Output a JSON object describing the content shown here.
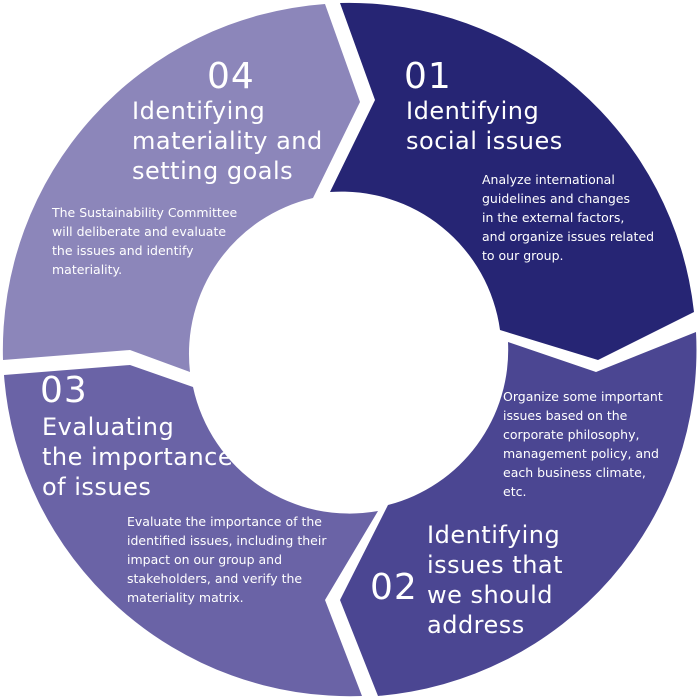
{
  "steps": [
    {
      "number": "01",
      "title": [
        "Identifying",
        "social issues"
      ],
      "description": [
        "Analyze international",
        "guidelines and changes",
        "in the external factors,",
        "and organize issues related",
        "to our group."
      ],
      "color": "#262574"
    },
    {
      "number": "02",
      "title": [
        "Identifying",
        "issues that",
        "we should",
        "address"
      ],
      "description": [
        "Organize some important",
        "issues based on the",
        "corporate philosophy,",
        "management policy, and",
        "each business climate,",
        "etc."
      ],
      "color": "#4b4692"
    },
    {
      "number": "03",
      "title": [
        "Evaluating",
        "the importance",
        "of issues"
      ],
      "description": [
        "Evaluate the importance of the",
        "identified issues, including their",
        "impact on our group and",
        "stakeholders, and verify the",
        "materiality matrix."
      ],
      "color": "#6a63a6"
    },
    {
      "number": "04",
      "title": [
        "Identifying",
        "materiality and",
        "setting goals"
      ],
      "description": [
        "The Sustainability Committee",
        "will deliberate and evaluate",
        "the issues and identify",
        "materiality."
      ],
      "color": "#8c86ba"
    }
  ]
}
